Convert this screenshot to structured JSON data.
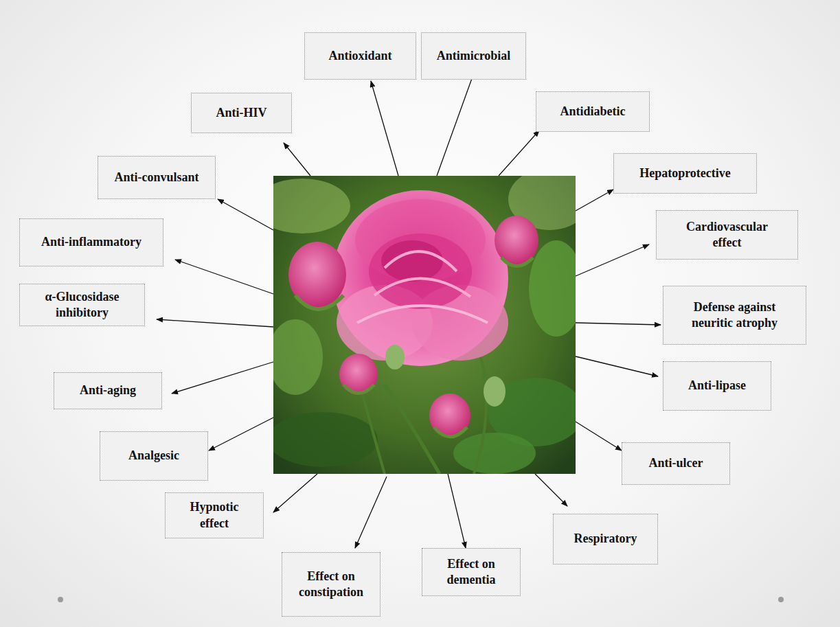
{
  "diagram": {
    "nodes": [
      {
        "text": [
          "Antioxidant"
        ]
      },
      {
        "text": [
          "Antimicrobial"
        ]
      },
      {
        "text": [
          "Anti-HIV"
        ]
      },
      {
        "text": [
          "Antidiabetic"
        ]
      },
      {
        "text": [
          "Anti-convulsant"
        ]
      },
      {
        "text": [
          "Hepatoprotective"
        ]
      },
      {
        "text": [
          "Anti-inflammatory"
        ]
      },
      {
        "text": [
          "Cardiovascular effect"
        ]
      },
      {
        "text": [
          "α-Glucosidase inhibitory"
        ]
      },
      {
        "text": [
          "Defense against neuritic atrophy"
        ]
      },
      {
        "text": [
          "Anti-aging"
        ]
      },
      {
        "text": [
          "Anti-lipase"
        ]
      },
      {
        "text": [
          "Analgesic"
        ]
      },
      {
        "text": [
          "Anti-ulcer"
        ]
      },
      {
        "text": [
          "Hypnotic effect"
        ]
      },
      {
        "text": [
          "Respiratory"
        ]
      },
      {
        "text": [
          "Effect on constipation"
        ]
      },
      {
        "text": [
          "Effect on dementia"
        ]
      }
    ]
  }
}
